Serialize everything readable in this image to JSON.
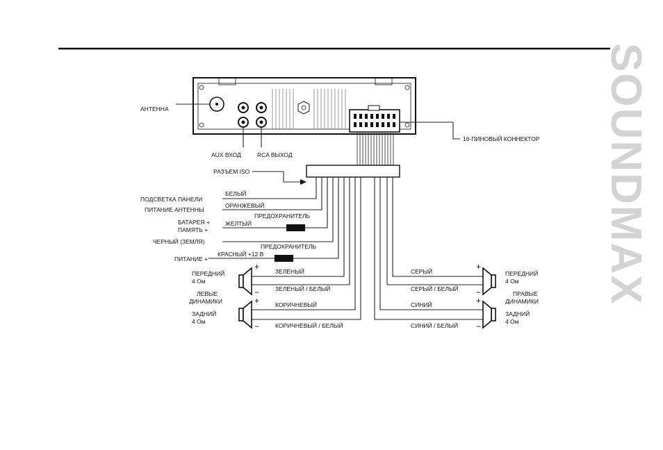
{
  "brand": "SOUNDMAX",
  "labels": {
    "antenna": "АНТЕННА",
    "aux_in": "AUX ВХОД",
    "rca_out": "RCA ВЫХОД",
    "connector_16pin": "16-ПИНОВЫЙ КОННЕКТОР",
    "iso_socket": "РАЗЪЕМ ISO",
    "panel_light": "ПОДСВЕТКА ПАНЕЛИ",
    "antenna_power": "ПИТАНИЕ АНТЕННЫ",
    "battery_line1": "БАТАРЕЯ +",
    "battery_line2": "ПАМЯТЬ +",
    "ground": "ЧЕРНЫЙ (ЗЕМЛЯ)",
    "power_plus": "ПИТАНИЕ +",
    "fuse1": "ПРЕДОХРАНИТЕЛЬ",
    "fuse2": "ПРЕДОХРАНИТЕЛЬ",
    "front_left_line1": "ПЕРЕДНИЙ",
    "front_left_line2": "4 Ом",
    "left_speakers_line1": "ЛЕВЫЕ",
    "left_speakers_line2": "ДИНАМИКИ",
    "rear_left_line1": "ЗАДНИЙ",
    "rear_left_line2": "4 Ом",
    "front_right_line1": "ПЕРЕДНИЙ",
    "front_right_line2": "4 Ом",
    "right_speakers_line1": "ПРАВЫЕ",
    "right_speakers_line2": "ДИНАМИКИ",
    "rear_right_line1": "ЗАДНИЙ",
    "rear_right_line2": "4 Ом",
    "plus": "+",
    "minus": "−"
  },
  "wires": {
    "white": "БЕЛЫЙ",
    "orange": "ОРАНЖЕВЫЙ",
    "yellow": "ЖЕЛТЫЙ",
    "red": "КРАСНЫЙ +12 В",
    "green": "ЗЕЛЕНЫЙ",
    "green_white": "ЗЕЛЕНЫЙ / БЕЛЫЙ",
    "brown": "КОРИЧНЕВЫЙ",
    "brown_white": "КОРИЧНЕВЫЙ / БЕЛЫЙ",
    "gray": "СЕРЫЙ",
    "gray_white": "СЕРЫЙ / БЕЛЫЙ",
    "blue": "СИНИЙ",
    "blue_white": "СИНИЙ / БЕЛЫЙ"
  },
  "colors": {
    "ink": "#111111",
    "brand": "#d3d3d3",
    "background": "#ffffff"
  }
}
